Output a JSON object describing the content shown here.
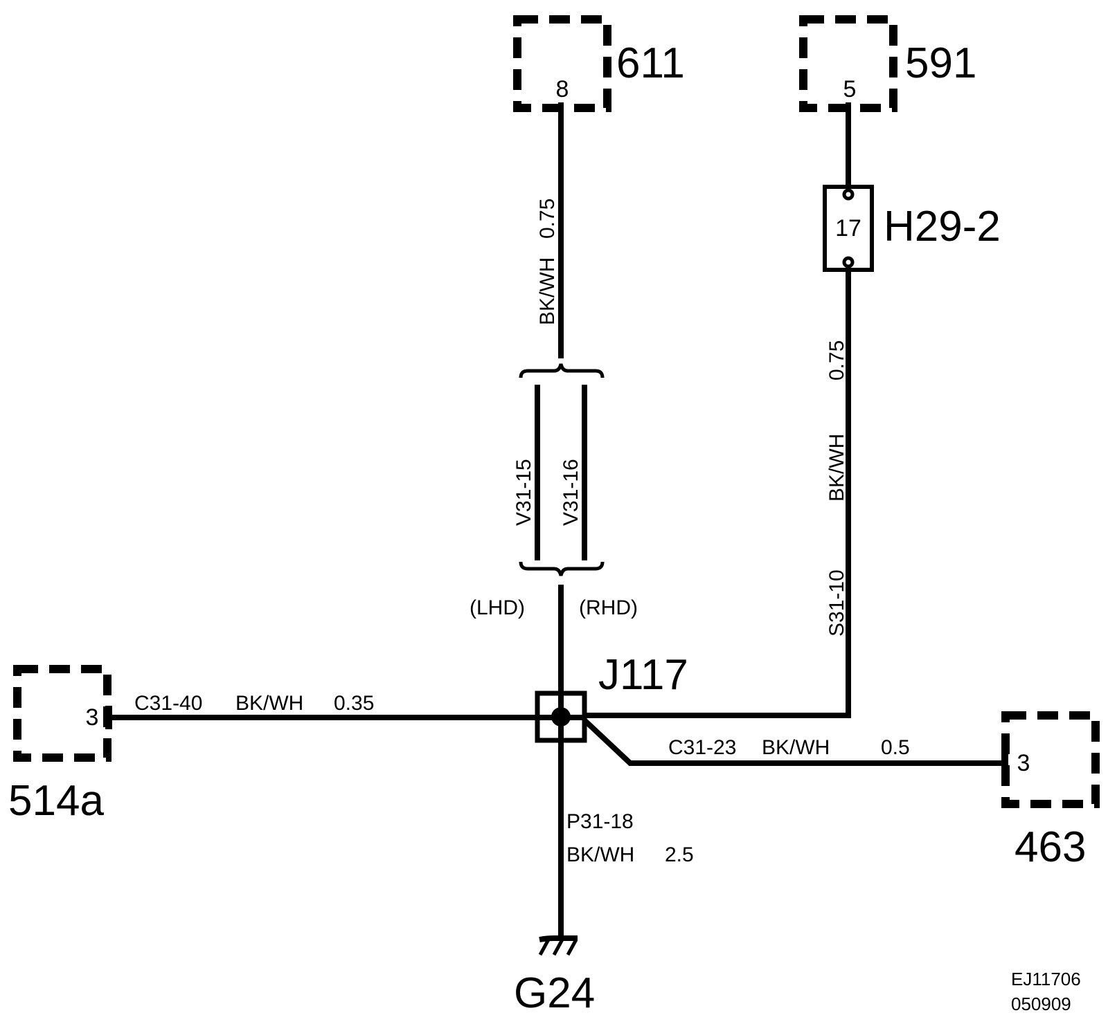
{
  "colors": {
    "line": "#000000",
    "background": "#ffffff"
  },
  "connectors": {
    "c611": {
      "id": "611",
      "pin": "8"
    },
    "c591": {
      "id": "591",
      "pin": "5"
    },
    "c514a": {
      "id": "514a",
      "pin": "3"
    },
    "c463": {
      "id": "463",
      "pin": "3"
    }
  },
  "splice": {
    "id": "J117"
  },
  "inline": {
    "id": "H29-2",
    "pin": "17"
  },
  "ground": {
    "id": "G24"
  },
  "wires": {
    "w611": {
      "color": "BK/WH",
      "size": "0.75"
    },
    "v31_15": {
      "id": "V31-15"
    },
    "v31_16": {
      "id": "V31-16"
    },
    "lhd": "(LHD)",
    "rhd": "(RHD)",
    "s31_10": {
      "id": "S31-10",
      "color": "BK/WH",
      "size": "0.75"
    },
    "c31_40": {
      "id": "C31-40",
      "color": "BK/WH",
      "size": "0.35"
    },
    "c31_23": {
      "id": "C31-23",
      "color": "BK/WH",
      "size": "0.5"
    },
    "p31_18": {
      "id": "P31-18",
      "color": "BK/WH",
      "size": "2.5"
    }
  },
  "doc": {
    "ref": "EJ11706",
    "date": "050909"
  }
}
